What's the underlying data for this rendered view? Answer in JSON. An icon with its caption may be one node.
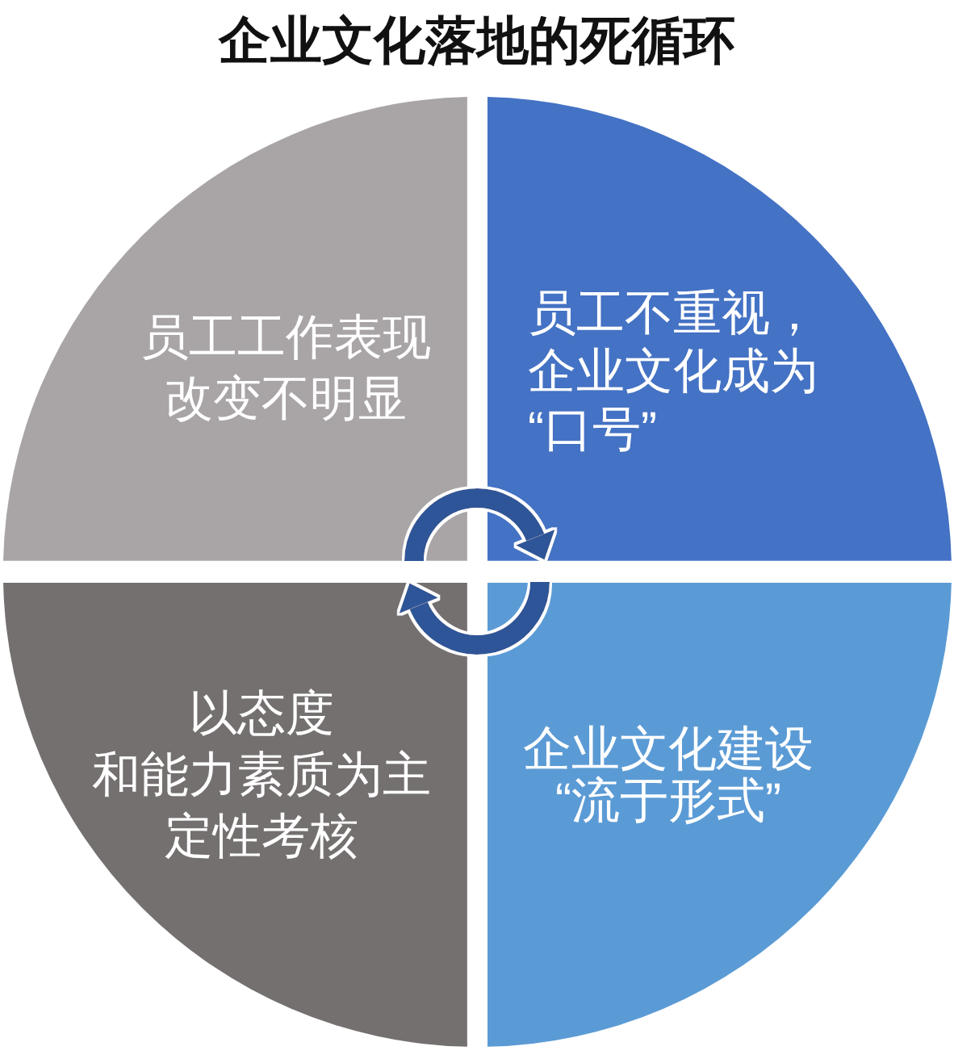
{
  "diagram": {
    "title": "企业文化落地的死循环",
    "nodes": [
      {
        "text": [
          "员工工作表现改变不明显"
        ]
      },
      {
        "text": [
          "员工不重视，企业文化成为“口号”"
        ]
      },
      {
        "text": [
          "以态度和能力素质为主定性考核"
        ]
      },
      {
        "text": [
          "企业文化建设“流于形式”"
        ]
      }
    ],
    "edges": [
      {
        "from": 0,
        "to": 1,
        "arrow": "to"
      },
      {
        "from": 3,
        "to": 2,
        "arrow": "to"
      }
    ]
  }
}
